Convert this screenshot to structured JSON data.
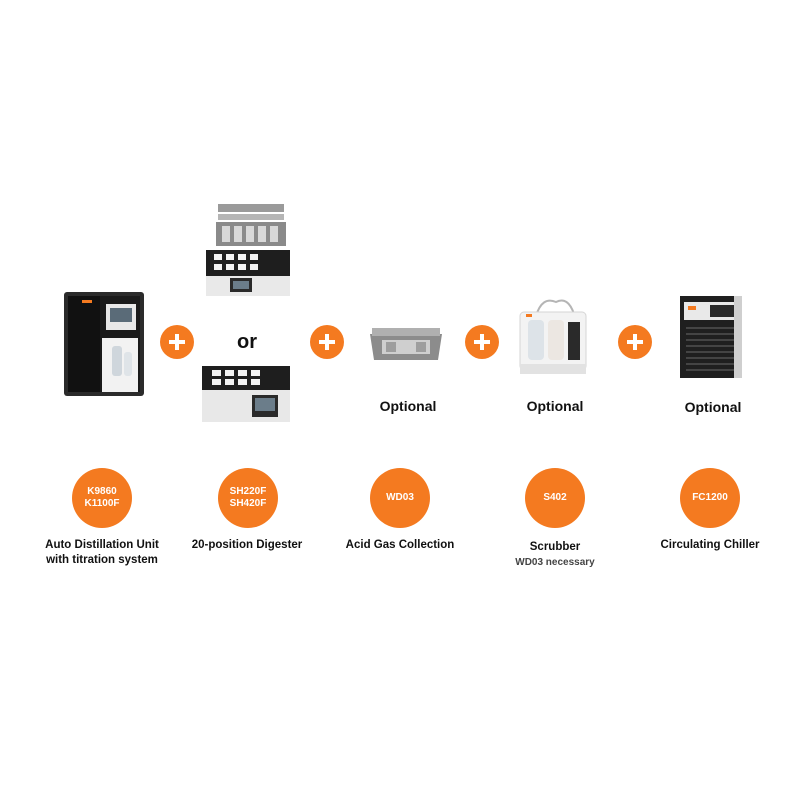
{
  "connector": {
    "or_label": "or"
  },
  "optional_label": "Optional",
  "products": [
    {
      "codes": [
        "K9860",
        "K1100F"
      ],
      "caption_lines": [
        "Auto Distillation Unit",
        "with titration system"
      ]
    },
    {
      "codes": [
        "SH220F",
        "SH420F"
      ],
      "caption_lines": [
        "20-position Digester"
      ]
    },
    {
      "codes": [
        "WD03"
      ],
      "caption_lines": [
        "Acid Gas Collection"
      ]
    },
    {
      "codes": [
        "S402"
      ],
      "caption_lines": [
        "Scrubber"
      ],
      "note": "WD03 necessary"
    },
    {
      "codes": [
        "FC1200"
      ],
      "caption_lines": [
        "Circulating Chiller"
      ]
    }
  ],
  "colors": {
    "accent": "#f47a20",
    "text": "#111111"
  },
  "icons": [
    "plus-icon",
    "distillation-unit-image",
    "digester-rack-image",
    "digester-block-image",
    "acid-gas-collector-image",
    "scrubber-image",
    "chiller-image"
  ]
}
